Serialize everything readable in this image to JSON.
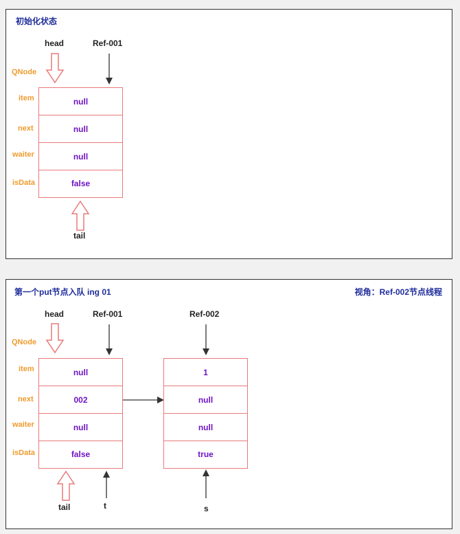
{
  "panel1": {
    "title": "初始化状态",
    "labels": {
      "head": "head",
      "ref1": "Ref-001",
      "tail": "tail"
    },
    "field_labels": {
      "qnode": "QNode",
      "item": "item",
      "next": "next",
      "waiter": "waiter",
      "isData": "isData"
    },
    "node1": {
      "item": "null",
      "next": "null",
      "waiter": "null",
      "isData": "false"
    }
  },
  "panel2": {
    "title": "第一个put节点入队 ing 01",
    "perspective": "视角：Ref-002节点线程",
    "labels": {
      "head": "head",
      "ref1": "Ref-001",
      "ref2": "Ref-002",
      "tail": "tail",
      "t": "t",
      "s": "s"
    },
    "field_labels": {
      "qnode": "QNode",
      "item": "item",
      "next": "next",
      "waiter": "waiter",
      "isData": "isData"
    },
    "node1": {
      "item": "null",
      "next": "002",
      "waiter": "null",
      "isData": "false"
    },
    "node2": {
      "item": "1",
      "next": "null",
      "waiter": "null",
      "isData": "true"
    }
  },
  "colors": {
    "title": "#1f2d9c",
    "field_label": "#ef9b2d",
    "node_border": "#e87a7a",
    "value_text": "#6f14c2",
    "hollow_arrow": "#e87a7a",
    "line_arrow": "#333333"
  }
}
